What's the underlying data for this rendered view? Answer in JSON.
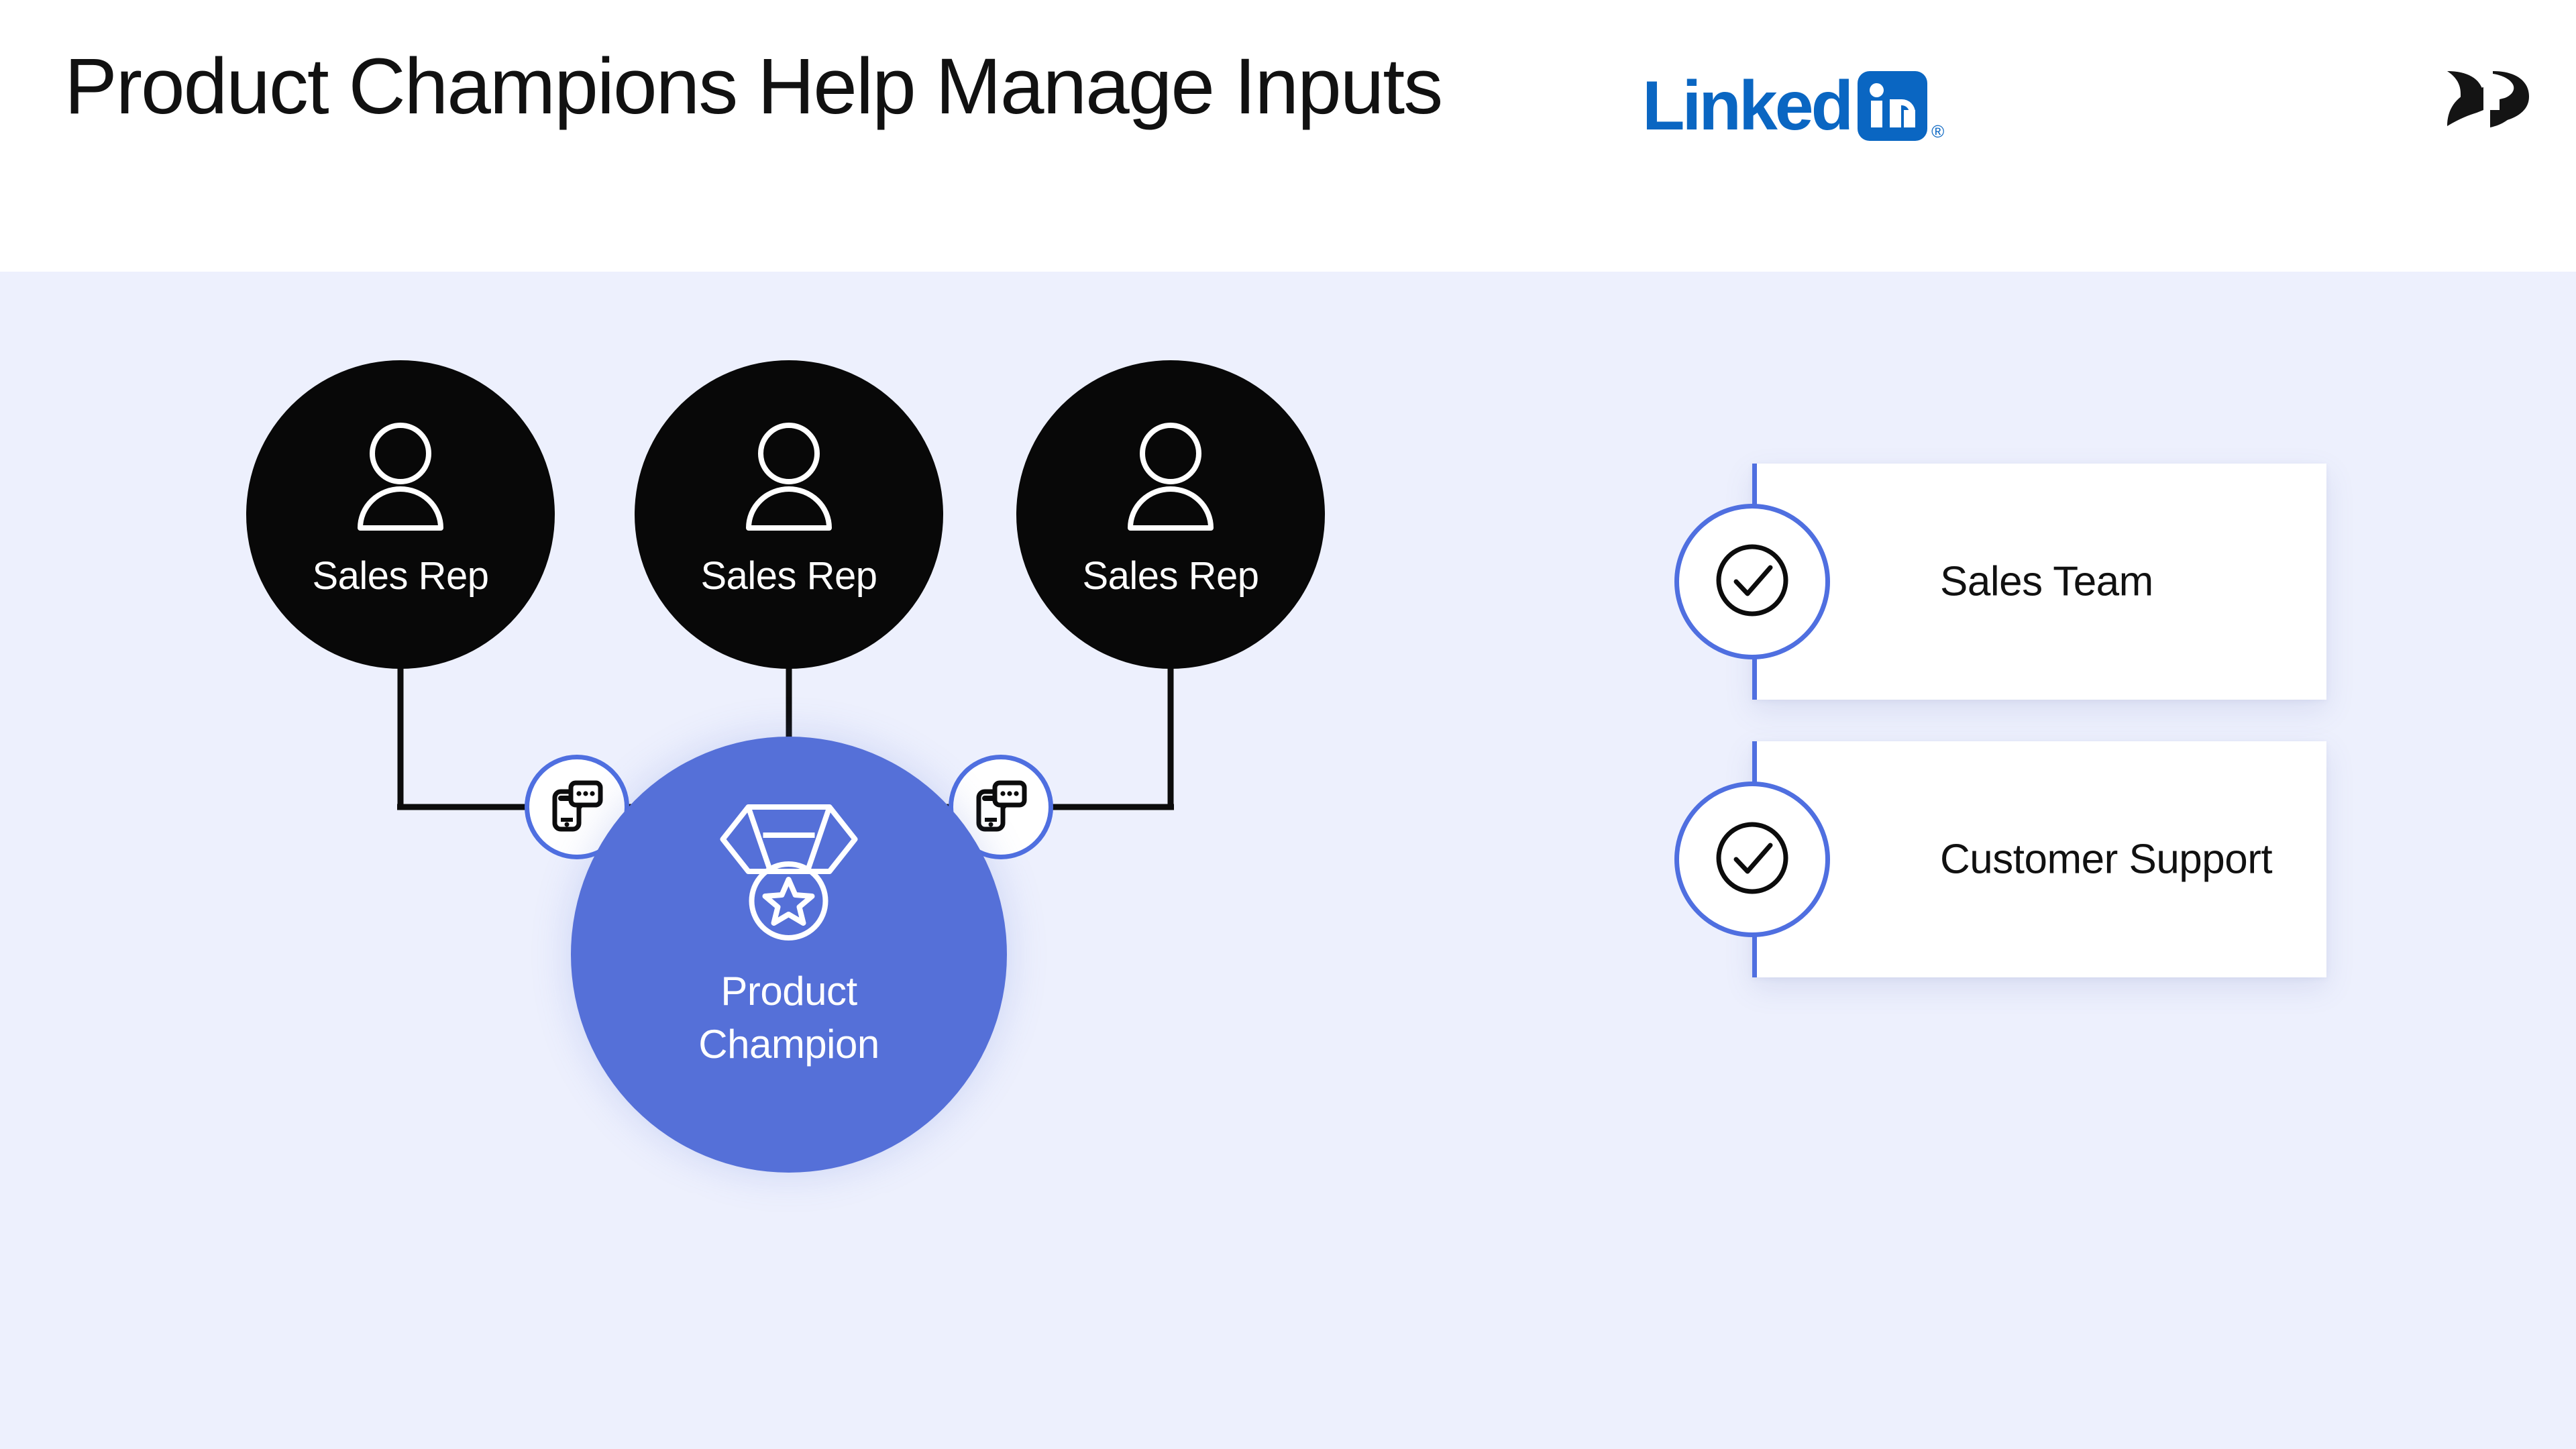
{
  "header": {
    "title": "Product Champions Help Manage Inputs",
    "linkedin": {
      "wordmark": "Linked",
      "badge_text": "in",
      "registered_mark": "®",
      "brand_color": "#0A66C2"
    },
    "brand_logo_name": "double-chevron-r-logo"
  },
  "theme": {
    "canvas_background": "#EDF0FD",
    "header_background": "#FFFFFF",
    "node_dark": "#080808",
    "accent_blue": "#4F6FE0",
    "champion_blue": "#5570D8",
    "card_background": "#FFFFFF",
    "text_dark": "#111111",
    "text_light": "#FFFFFF"
  },
  "diagram": {
    "type": "flow",
    "sources": [
      {
        "label": "Sales Rep",
        "icon": "user-icon"
      },
      {
        "label": "Sales Rep",
        "icon": "user-icon"
      },
      {
        "label": "Sales Rep",
        "icon": "user-icon"
      }
    ],
    "connectors": [
      {
        "icon": "chat-message-icon"
      },
      {
        "icon": "chat-message-icon"
      },
      {
        "icon": "chat-message-icon"
      }
    ],
    "target": {
      "label_line1": "Product",
      "label_line2": "Champion",
      "icon": "medal-star-icon"
    }
  },
  "outputs": {
    "cards": [
      {
        "label": "Sales Team",
        "icon": "check-circle-icon"
      },
      {
        "label": "Customer Support",
        "icon": "check-circle-icon"
      }
    ]
  }
}
